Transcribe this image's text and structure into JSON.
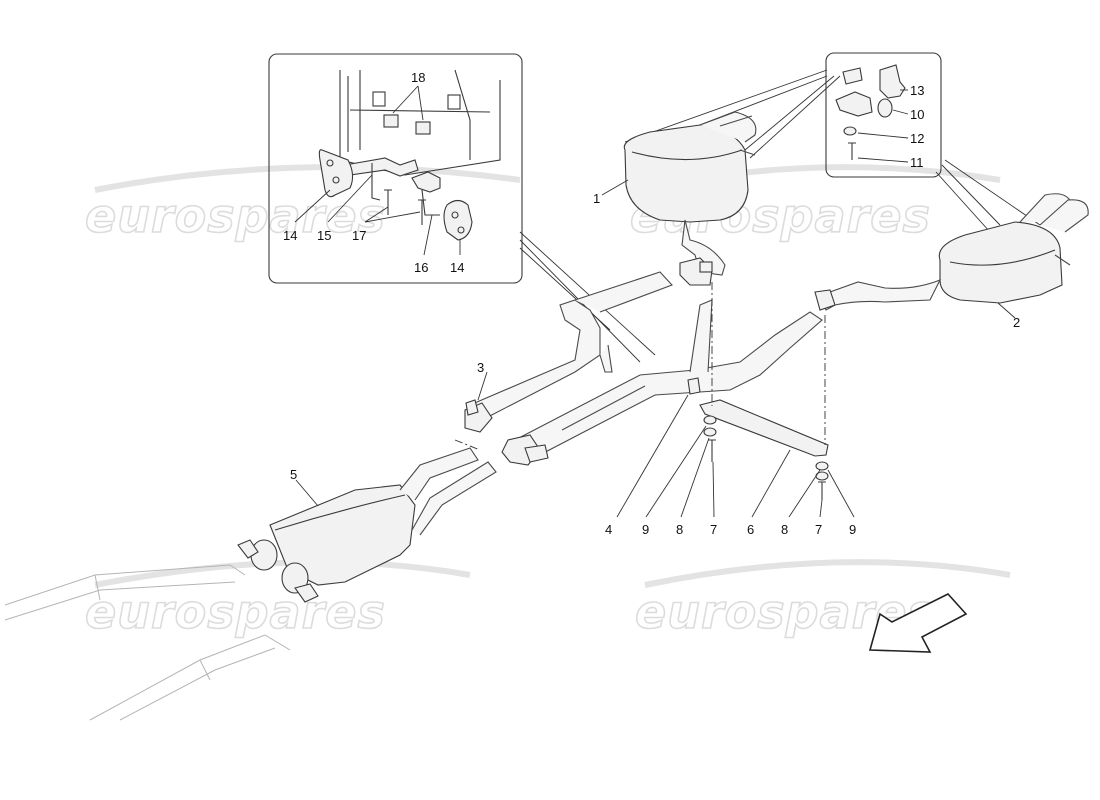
{
  "watermarks": [
    "eurospares",
    "eurospares",
    "eurospares",
    "eurospares"
  ],
  "callouts": {
    "c1": "1",
    "c2": "2",
    "c3": "3",
    "c4": "4",
    "c5": "5",
    "c6": "6",
    "c7a": "7",
    "c7b": "7",
    "c8a": "8",
    "c8b": "8",
    "c9a": "9",
    "c9b": "9",
    "c10": "10",
    "c11": "11",
    "c12": "12",
    "c13": "13",
    "c14a": "14",
    "c14b": "14",
    "c15": "15",
    "c16": "16",
    "c17": "17",
    "c18": "18"
  },
  "icons": {
    "direction_arrow": "forward-arrow-icon",
    "detail_inset_mounting": "inset-box",
    "detail_inset_hanger": "inset-box"
  }
}
